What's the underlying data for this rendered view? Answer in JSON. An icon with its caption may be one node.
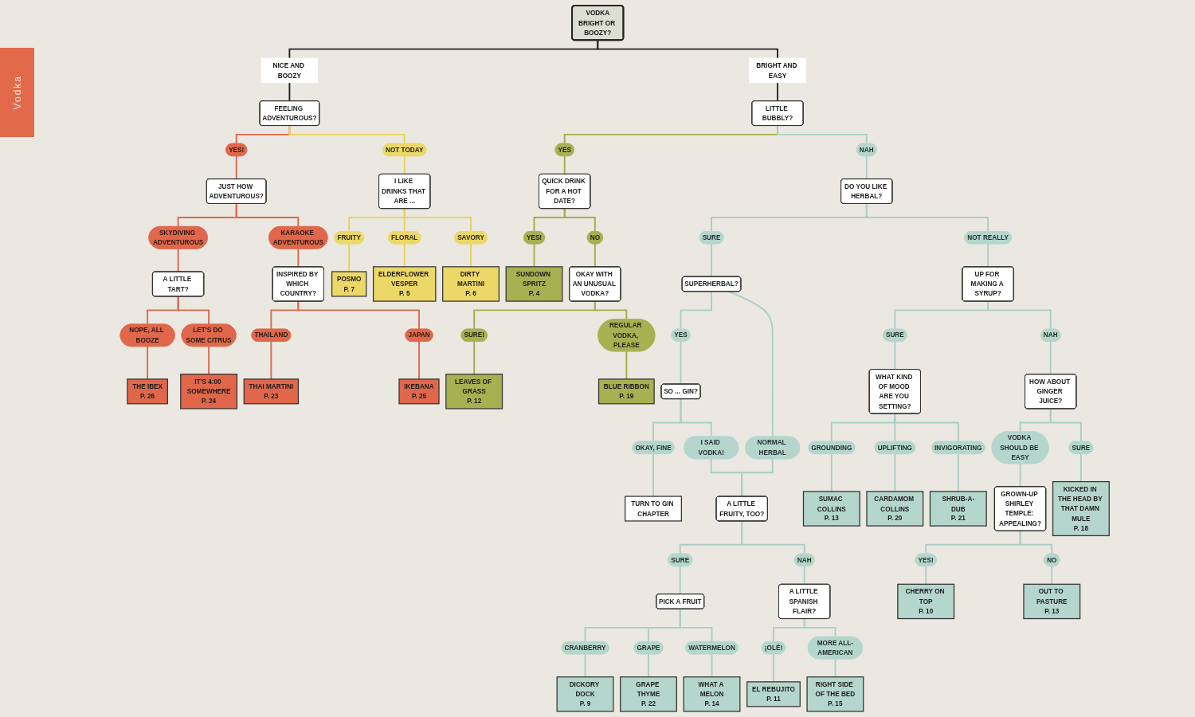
{
  "diagram": {
    "nodes": [
      {
        "text": [
          "VODKA",
          "BRIGHT OR BOOZY?"
        ]
      },
      {
        "text": [
          "NICE AND BOOZY"
        ]
      },
      {
        "text": [
          "BRIGHT AND EASY"
        ]
      },
      {
        "text": [
          "FEELING ADVENTUROUS?"
        ]
      },
      {
        "text": [
          "YES!"
        ]
      },
      {
        "text": [
          "JUST HOW ADVENTUROUS?"
        ]
      },
      {
        "text": [
          "SKYDIVING ADVENTUROUS"
        ]
      },
      {
        "text": [
          "KARAOKE ADVENTUROUS"
        ]
      },
      {
        "text": [
          "A LITTLE TART?"
        ]
      },
      {
        "text": [
          "LET'S DO SOME CITRUS"
        ]
      },
      {
        "text": [
          "NOPE, ALL BOOZE"
        ]
      },
      {
        "text": [
          "THE IBEX",
          "P. 26"
        ]
      },
      {
        "text": [
          "IT'S 4:00 SOMEWHERE",
          "P. 24"
        ]
      },
      {
        "text": [
          "INSPIRED BY WHICH COUNTRY?"
        ]
      },
      {
        "text": [
          "THAILAND"
        ]
      },
      {
        "text": [
          "JAPAN"
        ]
      },
      {
        "text": [
          "THAI MARTINI",
          "P. 23"
        ]
      },
      {
        "text": [
          "IKEBANA",
          "P. 25"
        ]
      },
      {
        "text": [
          "NOT TODAY"
        ]
      },
      {
        "text": [
          "I LIKE DRINKS THAT ARE ..."
        ]
      },
      {
        "text": [
          "FRUITY"
        ]
      },
      {
        "text": [
          "FLORAL"
        ]
      },
      {
        "text": [
          "SAVORY"
        ]
      },
      {
        "text": [
          "POSMO",
          "P. 7"
        ]
      },
      {
        "text": [
          "ELDERFLOWER VESPER",
          "P. 5"
        ]
      },
      {
        "text": [
          "DIRTY MARTINI",
          "P. 6"
        ]
      },
      {
        "text": [
          "LITTLE BUBBLY?"
        ]
      },
      {
        "text": [
          "YES"
        ]
      },
      {
        "text": [
          "QUICK DRINK FOR A HOT DATE?"
        ]
      },
      {
        "text": [
          "YES!"
        ]
      },
      {
        "text": [
          "NO"
        ]
      },
      {
        "text": [
          "SUNDOWN SPRITZ",
          "P. 4"
        ]
      },
      {
        "text": [
          "OKAY WITH AN UNUSUAL VODKA?"
        ]
      },
      {
        "text": [
          "SURE!"
        ]
      },
      {
        "text": [
          "REGULAR VODKA, PLEASE"
        ]
      },
      {
        "text": [
          "LEAVES OF GRASS",
          "P. 12"
        ]
      },
      {
        "text": [
          "BLUE RIBBON",
          "P. 19"
        ]
      },
      {
        "text": [
          "NAH"
        ]
      },
      {
        "text": [
          "DO YOU LIKE HERBAL?"
        ]
      },
      {
        "text": [
          "SURE"
        ]
      },
      {
        "text": [
          "NOT REALLY"
        ]
      },
      {
        "text": [
          "SUPERHERBAL?"
        ]
      },
      {
        "text": [
          "YES"
        ]
      },
      {
        "text": [
          "NORMAL HERBAL"
        ]
      },
      {
        "text": [
          "SO ... GIN?"
        ]
      },
      {
        "text": [
          "OKAY, FINE"
        ]
      },
      {
        "text": [
          "I SAID VODKA!"
        ]
      },
      {
        "text": [
          "TURN TO GIN CHAPTER"
        ]
      },
      {
        "text": [
          "A LITTLE FRUITY, TOO?"
        ]
      },
      {
        "text": [
          "SURE"
        ]
      },
      {
        "text": [
          "NAH"
        ]
      },
      {
        "text": [
          "PICK A FRUIT"
        ]
      },
      {
        "text": [
          "CRANBERRY"
        ]
      },
      {
        "text": [
          "GRAPE"
        ]
      },
      {
        "text": [
          "WATERMELON"
        ]
      },
      {
        "text": [
          "DICKORY DOCK",
          "P. 9"
        ]
      },
      {
        "text": [
          "GRAPE THYME",
          "P. 22"
        ]
      },
      {
        "text": [
          "WHAT A MELON",
          "P. 14"
        ]
      },
      {
        "text": [
          "A LITTLE SPANISH FLAIR?"
        ]
      },
      {
        "text": [
          "¡OLÉ!"
        ]
      },
      {
        "text": [
          "MORE ALL-AMERICAN"
        ]
      },
      {
        "text": [
          "EL REBUJITO",
          "P. 11"
        ]
      },
      {
        "text": [
          "RIGHT SIDE OF THE BED",
          "P. 15"
        ]
      },
      {
        "text": [
          "UP FOR MAKING A SYRUP?"
        ]
      },
      {
        "text": [
          "SURE"
        ]
      },
      {
        "text": [
          "NAH"
        ]
      },
      {
        "text": [
          "WHAT KIND OF MOOD ARE YOU SETTING?"
        ]
      },
      {
        "text": [
          "GROUNDING"
        ]
      },
      {
        "text": [
          "UPLIFTING"
        ]
      },
      {
        "text": [
          "INVIGORATING"
        ]
      },
      {
        "text": [
          "SUMAC COLLINS",
          "P. 13"
        ]
      },
      {
        "text": [
          "CARDAMOM COLLINS",
          "P. 20"
        ]
      },
      {
        "text": [
          "SHRUB-A-DUB",
          "P. 21"
        ]
      },
      {
        "text": [
          "HOW ABOUT GINGER JUICE?"
        ]
      },
      {
        "text": [
          "VODKA SHOULD BE EASY"
        ]
      },
      {
        "text": [
          "SURE"
        ]
      },
      {
        "text": [
          "GROWN-UP SHIRLEY TEMPLE: APPEALING?"
        ]
      },
      {
        "text": [
          "KICKED IN THE HEAD BY THAT DAMN MULE",
          "P. 18"
        ]
      },
      {
        "text": [
          "YES!"
        ]
      },
      {
        "text": [
          "NO"
        ]
      },
      {
        "text": [
          "CHERRY ON TOP",
          "P. 10"
        ]
      },
      {
        "text": [
          "OUT TO PASTURE",
          "P. 13"
        ]
      }
    ],
    "edges": [
      {
        "from": 0,
        "to": 1,
        "arrow": "none",
        "color": "#222222"
      },
      {
        "from": 0,
        "to": 2,
        "arrow": "none",
        "color": "#222222"
      },
      {
        "from": 1,
        "to": 3,
        "arrow": "none",
        "color": "#222222"
      },
      {
        "from": 2,
        "to": 26,
        "arrow": "none",
        "color": "#222222"
      },
      {
        "from": 3,
        "to": 4,
        "arrow": "none",
        "color": "#e0674b"
      },
      {
        "from": 4,
        "to": 5,
        "arrow": "none",
        "color": "#e0674b"
      },
      {
        "from": 5,
        "to": 6,
        "arrow": "none",
        "color": "#e0674b"
      },
      {
        "from": 5,
        "to": 7,
        "arrow": "none",
        "color": "#e0674b"
      },
      {
        "from": 6,
        "to": 8,
        "arrow": "none",
        "color": "#e0674b"
      },
      {
        "from": 8,
        "to": 9,
        "arrow": "none",
        "color": "#e0674b"
      },
      {
        "from": 8,
        "to": 10,
        "arrow": "none",
        "color": "#e0674b"
      },
      {
        "from": 10,
        "to": 11,
        "arrow": "none",
        "color": "#e0674b"
      },
      {
        "from": 9,
        "to": 12,
        "arrow": "none",
        "color": "#e0674b"
      },
      {
        "from": 7,
        "to": 13,
        "arrow": "none",
        "color": "#e0674b"
      },
      {
        "from": 13,
        "to": 14,
        "arrow": "none",
        "color": "#e0674b"
      },
      {
        "from": 13,
        "to": 15,
        "arrow": "none",
        "color": "#e0674b"
      },
      {
        "from": 14,
        "to": 16,
        "arrow": "none",
        "color": "#e0674b"
      },
      {
        "from": 15,
        "to": 17,
        "arrow": "none",
        "color": "#e0674b"
      },
      {
        "from": 3,
        "to": 18,
        "arrow": "none",
        "color": "#e6d35c"
      },
      {
        "from": 18,
        "to": 19,
        "arrow": "none",
        "color": "#e6d35c"
      },
      {
        "from": 19,
        "to": 20,
        "arrow": "none",
        "color": "#e6d35c"
      },
      {
        "from": 19,
        "to": 21,
        "arrow": "none",
        "color": "#e6d35c"
      },
      {
        "from": 19,
        "to": 22,
        "arrow": "none",
        "color": "#e6d35c"
      },
      {
        "from": 20,
        "to": 23,
        "arrow": "none",
        "color": "#e6d35c"
      },
      {
        "from": 21,
        "to": 24,
        "arrow": "none",
        "color": "#e6d35c"
      },
      {
        "from": 22,
        "to": 25,
        "arrow": "none",
        "color": "#e6d35c"
      },
      {
        "from": 26,
        "to": 27,
        "arrow": "none",
        "color": "#a2ad45"
      },
      {
        "from": 27,
        "to": 28,
        "arrow": "none",
        "color": "#a2ad45"
      },
      {
        "from": 28,
        "to": 29,
        "arrow": "none",
        "color": "#a2ad45"
      },
      {
        "from": 28,
        "to": 30,
        "arrow": "none",
        "color": "#a2ad45"
      },
      {
        "from": 29,
        "to": 31,
        "arrow": "none",
        "color": "#a2ad45"
      },
      {
        "from": 30,
        "to": 32,
        "arrow": "none",
        "color": "#a2ad45"
      },
      {
        "from": 32,
        "to": 33,
        "arrow": "none",
        "color": "#a2ad45"
      },
      {
        "from": 32,
        "to": 34,
        "arrow": "none",
        "color": "#a2ad45"
      },
      {
        "from": 33,
        "to": 35,
        "arrow": "none",
        "color": "#a2ad45"
      },
      {
        "from": 34,
        "to": 36,
        "arrow": "none",
        "color": "#a2ad45"
      },
      {
        "from": 26,
        "to": 37,
        "arrow": "none"
      },
      {
        "from": 37,
        "to": 38,
        "arrow": "none"
      },
      {
        "from": 38,
        "to": 39,
        "arrow": "none"
      },
      {
        "from": 38,
        "to": 40,
        "arrow": "none"
      },
      {
        "from": 39,
        "to": 41,
        "arrow": "none"
      },
      {
        "from": 41,
        "to": 42,
        "arrow": "none"
      },
      {
        "from": 41,
        "to": 43,
        "arrow": "none"
      },
      {
        "from": 42,
        "to": 44,
        "arrow": "none"
      },
      {
        "from": 44,
        "to": 45,
        "arrow": "none"
      },
      {
        "from": 44,
        "to": 46,
        "arrow": "none"
      },
      {
        "from": 45,
        "to": 47,
        "arrow": "none"
      },
      {
        "from": 46,
        "to": 48,
        "arrow": "none"
      },
      {
        "from": 43,
        "to": 48,
        "arrow": "none"
      },
      {
        "from": 48,
        "to": 49,
        "arrow": "none"
      },
      {
        "from": 48,
        "to": 50,
        "arrow": "none"
      },
      {
        "from": 49,
        "to": 51,
        "arrow": "none"
      },
      {
        "from": 51,
        "to": 52,
        "arrow": "none"
      },
      {
        "from": 51,
        "to": 53,
        "arrow": "none"
      },
      {
        "from": 51,
        "to": 54,
        "arrow": "none"
      },
      {
        "from": 52,
        "to": 55,
        "arrow": "none"
      },
      {
        "from": 53,
        "to": 56,
        "arrow": "none"
      },
      {
        "from": 54,
        "to": 57,
        "arrow": "none"
      },
      {
        "from": 50,
        "to": 58,
        "arrow": "none"
      },
      {
        "from": 58,
        "to": 59,
        "arrow": "none"
      },
      {
        "from": 58,
        "to": 60,
        "arrow": "none"
      },
      {
        "from": 59,
        "to": 61,
        "arrow": "none"
      },
      {
        "from": 60,
        "to": 62,
        "arrow": "none"
      },
      {
        "from": 40,
        "to": 63,
        "arrow": "none"
      },
      {
        "from": 63,
        "to": 64,
        "arrow": "none"
      },
      {
        "from": 63,
        "to": 65,
        "arrow": "none"
      },
      {
        "from": 64,
        "to": 66,
        "arrow": "none"
      },
      {
        "from": 66,
        "to": 67,
        "arrow": "none"
      },
      {
        "from": 66,
        "to": 68,
        "arrow": "none"
      },
      {
        "from": 66,
        "to": 69,
        "arrow": "none"
      },
      {
        "from": 67,
        "to": 70,
        "arrow": "none"
      },
      {
        "from": 68,
        "to": 71,
        "arrow": "none"
      },
      {
        "from": 69,
        "to": 72,
        "arrow": "none"
      },
      {
        "from": 65,
        "to": 73,
        "arrow": "none"
      },
      {
        "from": 73,
        "to": 74,
        "arrow": "none"
      },
      {
        "from": 73,
        "to": 75,
        "arrow": "none"
      },
      {
        "from": 74,
        "to": 76,
        "arrow": "none"
      },
      {
        "from": 75,
        "to": 77,
        "arrow": "none"
      },
      {
        "from": 76,
        "to": 78,
        "arrow": "none"
      },
      {
        "from": 76,
        "to": 79,
        "arrow": "none"
      },
      {
        "from": 78,
        "to": 80,
        "arrow": "none"
      },
      {
        "from": 79,
        "to": 81,
        "arrow": "none"
      }
    ],
    "labels": [
      "Vodka"
    ]
  }
}
